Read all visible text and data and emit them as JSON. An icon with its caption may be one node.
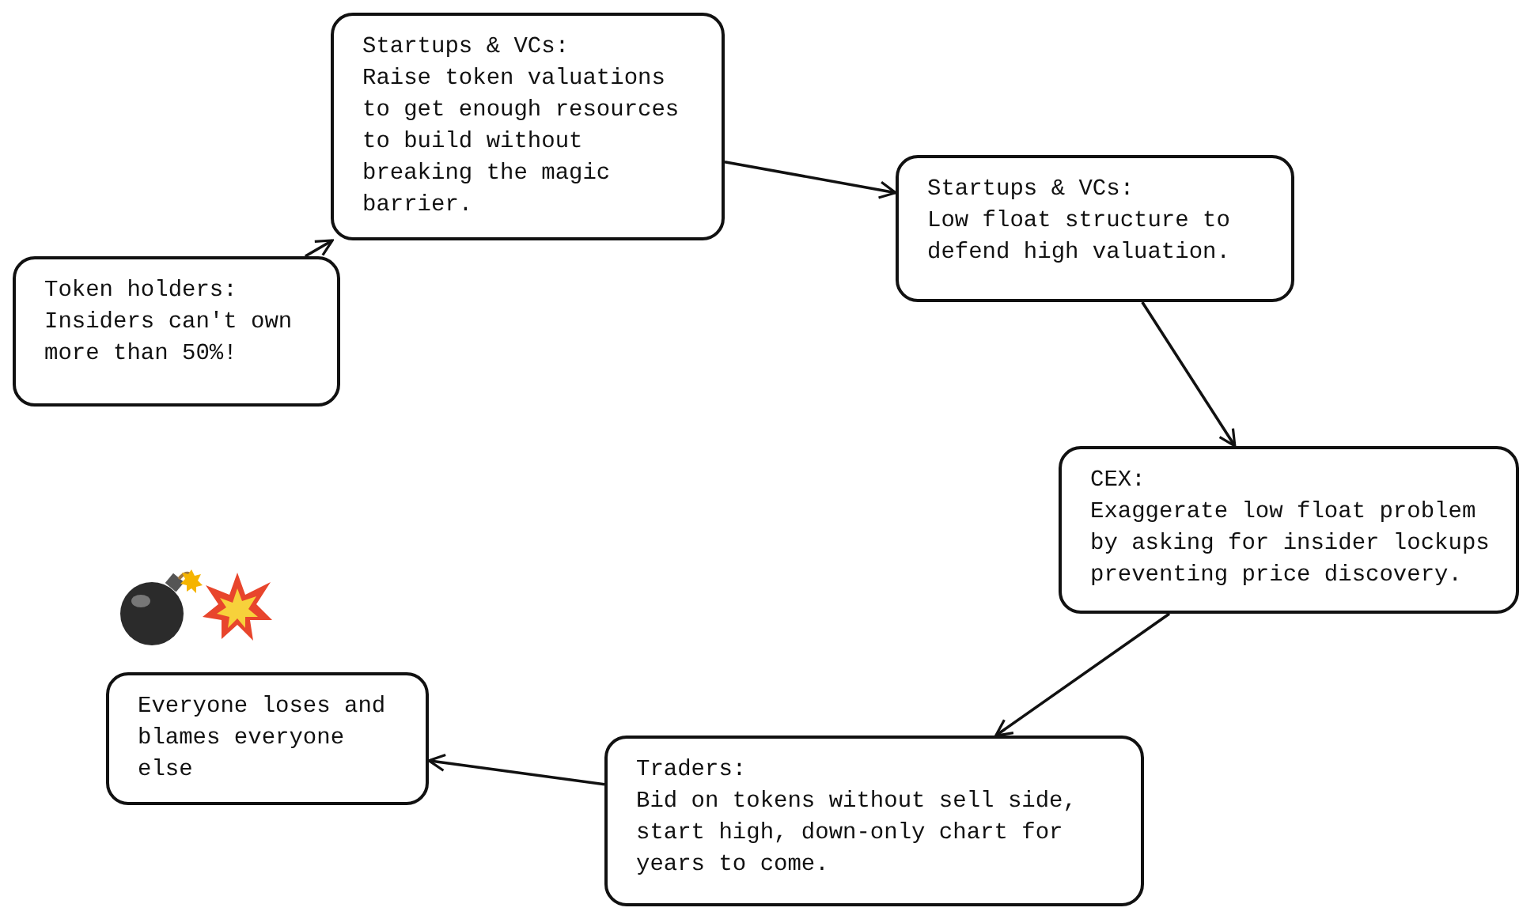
{
  "diagram": {
    "nodes": [
      {
        "text": [
          "Token holders:",
          "Insiders can't own more than 50%!"
        ]
      },
      {
        "text": [
          "Startups & VCs:",
          "Raise token valuations to get enough resources to build without breaking the magic barrier."
        ]
      },
      {
        "text": [
          "Startups & VCs:",
          "Low float structure to defend high valuation."
        ]
      },
      {
        "text": [
          "CEX:",
          "Exaggerate low float problem by asking for insider lockups preventing price discovery."
        ]
      },
      {
        "text": [
          "Traders:",
          "Bid on tokens without sell side, start high, down-only chart for years to come."
        ]
      },
      {
        "text": [
          "Everyone loses and blames everyone else"
        ]
      }
    ],
    "edges": [
      {
        "from": 0,
        "to": 1,
        "arrow": "to"
      },
      {
        "from": 1,
        "to": 2,
        "arrow": "to"
      },
      {
        "from": 2,
        "to": 3,
        "arrow": "to"
      },
      {
        "from": 3,
        "to": 4,
        "arrow": "to"
      },
      {
        "from": 4,
        "to": 5,
        "arrow": "to"
      }
    ]
  }
}
